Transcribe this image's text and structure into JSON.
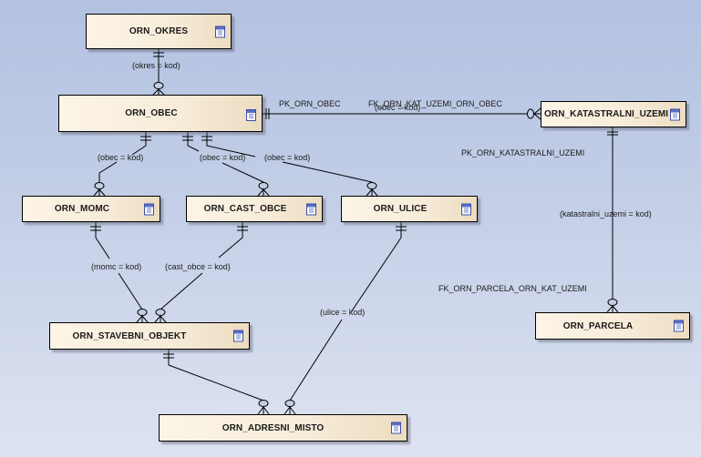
{
  "diagram": {
    "entities": {
      "okres": {
        "name": "ORN_OKRES",
        "icon": "table-icon"
      },
      "obec": {
        "name": "ORN_OBEC",
        "icon": "table-icon"
      },
      "katastralni_uzemi": {
        "name": "ORN_KATASTRALNI_UZEMI",
        "icon": "table-icon"
      },
      "momc": {
        "name": "ORN_MOMC",
        "icon": "table-icon"
      },
      "cast_obce": {
        "name": "ORN_CAST_OBCE",
        "icon": "table-icon"
      },
      "ulice": {
        "name": "ORN_ULICE",
        "icon": "table-icon"
      },
      "parcela": {
        "name": "ORN_PARCELA",
        "icon": "table-icon"
      },
      "stavebni_objekt": {
        "name": "ORN_STAVEBNI_OBJEKT",
        "icon": "table-icon"
      },
      "adresni_misto": {
        "name": "ORN_ADRESNI_MISTO",
        "icon": "table-icon"
      }
    },
    "relationships": {
      "okres_obec": {
        "label": "(okres = kod)"
      },
      "obec_kat": {
        "label": "(obec = kod)",
        "source_role": "PK_ORN_OBEC",
        "target_role": "FK_ORN_KAT_UZEMI_ORN_OBEC"
      },
      "obec_momc": {
        "label": "(obec = kod)"
      },
      "obec_cast": {
        "label": "(obec = kod)"
      },
      "obec_ulice": {
        "label": "(obec = kod)"
      },
      "kat_parcela": {
        "label": "(katastralni_uzemi = kod)",
        "source_role": "PK_ORN_KATASTRALNI_UZEMI",
        "target_role": "FK_ORN_PARCELA_ORN_KAT_UZEMI"
      },
      "momc_so": {
        "label": "(momc = kod)"
      },
      "cast_so": {
        "label": "(cast_obce = kod)"
      },
      "ulice_am": {
        "label": "(ulice = kod)"
      },
      "so_am": {
        "label": ""
      }
    }
  }
}
